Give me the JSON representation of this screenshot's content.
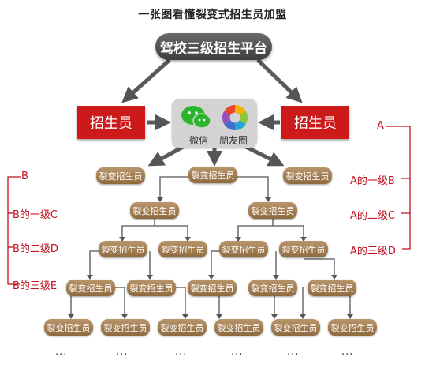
{
  "title": "一张图看懂裂变式招生员加盟",
  "platform": {
    "label": "驾校三级招生平台"
  },
  "recruiters": {
    "left": "招生员",
    "right": "招生员"
  },
  "social": {
    "wechat": "微信",
    "moments": "朋友圈"
  },
  "node_label": "裂变招生员",
  "left_labels": {
    "b": "B",
    "b1": "B的一级C",
    "b2": "B的二级D",
    "b3": "B的三级E"
  },
  "right_labels": {
    "a": "A",
    "a1": "A的一级B",
    "a2": "A的二级C",
    "a3": "A的三级D"
  },
  "ellipsis": "...",
  "colors": {
    "node": "#9c7548",
    "recruiter": "#cc1a1a",
    "platform": "#4a4a4a",
    "bracket": "#c1121f"
  }
}
